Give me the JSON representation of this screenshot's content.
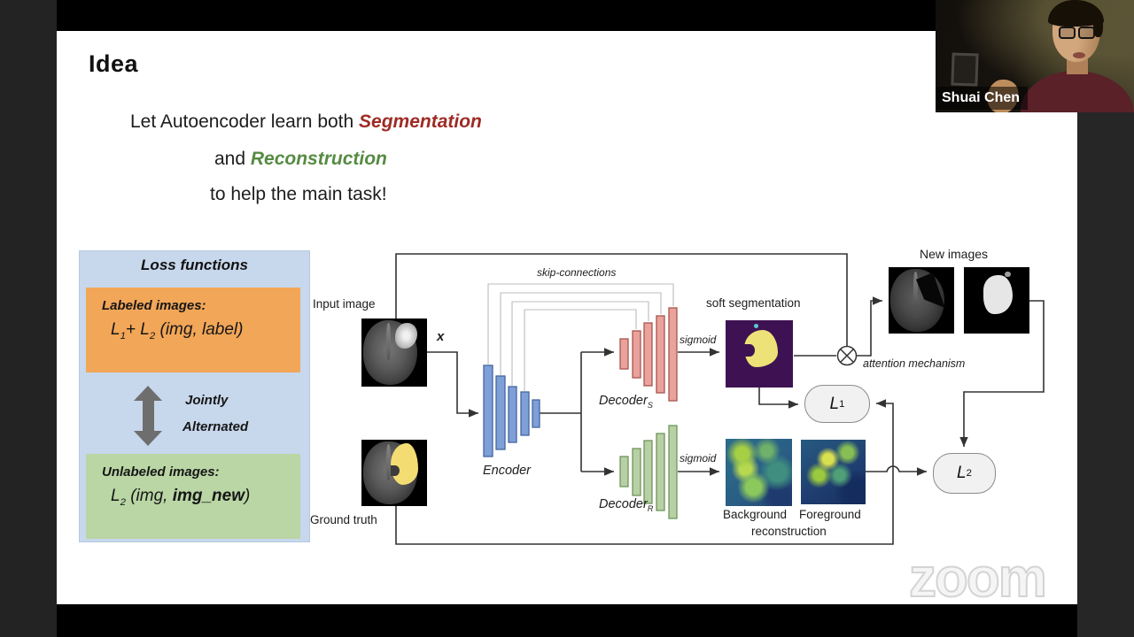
{
  "slide": {
    "title": "Idea",
    "tagline": {
      "line1_prefix": "Let Autoencoder learn both ",
      "line1_highlight": "Segmentation",
      "line2_prefix": "and ",
      "line2_highlight": "Reconstruction",
      "line3": "to help the main task!"
    },
    "colors": {
      "segmentation_text": "#9e2b25",
      "reconstruction_text": "#568b42"
    },
    "loss_panel": {
      "title": "Loss functions",
      "labeled": {
        "heading": "Labeled images:",
        "formula": [
          "L",
          "1",
          "+ L",
          "2",
          " (img, label)"
        ]
      },
      "toggle": {
        "word1": "Jointly",
        "word2": "Alternated"
      },
      "unlabeled": {
        "heading": "Unlabeled images:",
        "formula": [
          "L",
          "2",
          " (img, "
        ],
        "formula_bold": "img_new",
        "formula_close": ")"
      },
      "colors": {
        "panel_bg": "#c7d7ec",
        "labeled_bg": "#f2a658",
        "unlabeled_bg": "#b9d6a4"
      }
    },
    "diagram": {
      "input_image_label": "Input image",
      "ground_truth_label": "Ground truth",
      "x_label": "x",
      "encoder_label": "Encoder",
      "skip_connections_label": "skip-connections",
      "decoder_s_label": [
        "Decoder",
        "S"
      ],
      "decoder_r_label": [
        "Decoder",
        "R"
      ],
      "sigmoid_top_label": "sigmoid",
      "sigmoid_bottom_label": "sigmoid",
      "soft_segmentation_label": "soft segmentation",
      "new_images_label": "New images",
      "attention_label": "attention mechanism",
      "background_label": "Background",
      "foreground_label": "Foreground",
      "reconstruction_label": "reconstruction",
      "l1_node": [
        "L",
        "1"
      ],
      "l2_node": [
        "L",
        "2"
      ],
      "colors": {
        "encoder_bar": "#7e9fd8",
        "decoder_s_bar": "#e9a29c",
        "decoder_r_bar": "#b8d0a6"
      }
    }
  },
  "webcam": {
    "participant_name": "Shuai Chen"
  },
  "watermark": "zoom"
}
